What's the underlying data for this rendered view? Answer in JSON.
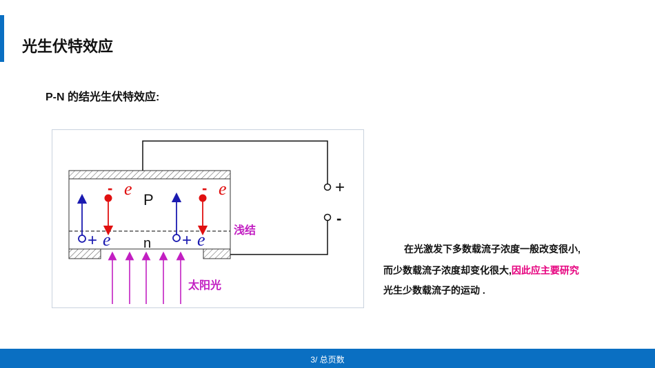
{
  "page": {
    "title": "光生伏特效应",
    "subtitle": "P-N 的结光生伏特效应:"
  },
  "diagram": {
    "p_label": "P",
    "n_label": "n",
    "plus_terminal": "+",
    "minus_terminal": "-",
    "junction_label": "浅结",
    "sunlight_label": "太阳光",
    "electron_minus": "-",
    "electron_symbol": "e",
    "hole_plus": "+",
    "hole_symbol": "e",
    "colors": {
      "hole": "#1a1ab0",
      "electron": "#e01010",
      "light": "#c21fc2",
      "label": "#c21fc2"
    }
  },
  "description": {
    "line1": "在光激发下多数载流子浓度一般改变很小,",
    "line2_normal": "而少数载流子浓度却变化很大,",
    "line2_highlight": "因此应主要研究",
    "line3_highlight": "光生少数载流子的运动 ."
  },
  "footer": {
    "page_text": "3/ 总页数"
  }
}
